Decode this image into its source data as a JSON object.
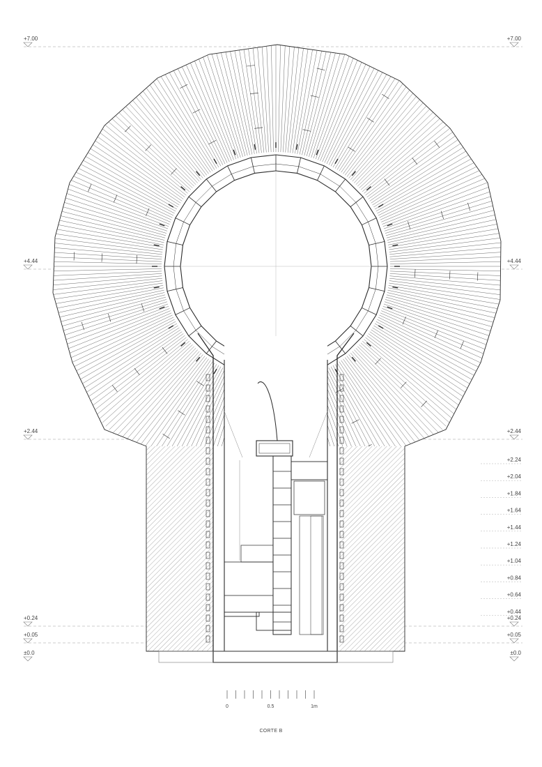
{
  "drawing": {
    "title": "CORTE B",
    "main_levels": [
      "+7.00",
      "+4.44",
      "+2.44",
      "+0.24",
      "+0.05",
      "±0.0"
    ],
    "step_levels": [
      "+2.24",
      "+2.04",
      "+1.84",
      "+1.64",
      "+1.44",
      "+1.24",
      "+1.04",
      "+0.84",
      "+0.64",
      "+0.44"
    ],
    "scale_bar": {
      "labels": [
        "0",
        "0.5",
        "1m"
      ]
    },
    "colors": {
      "line": "#2a2a2a",
      "hatch": "#555555",
      "dash": "#9a9a9a",
      "text": "#444444"
    }
  }
}
